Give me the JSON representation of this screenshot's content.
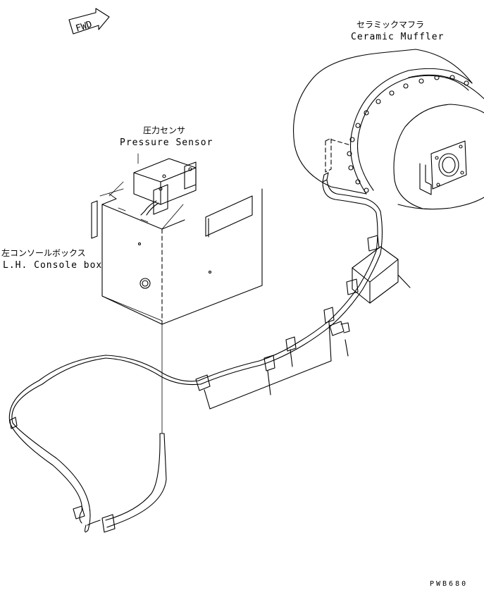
{
  "fwd_marker": {
    "text": "FWD"
  },
  "labels": {
    "muffler_jp": "セラミックマフラ",
    "muffler_en": "Ceramic Muffler",
    "sensor_jp": "圧力センサ",
    "sensor_en": "Pressure Sensor",
    "console_jp": "左コンソールボックス",
    "console_en": "L.H. Console box"
  },
  "drawing_code": "PWB680"
}
